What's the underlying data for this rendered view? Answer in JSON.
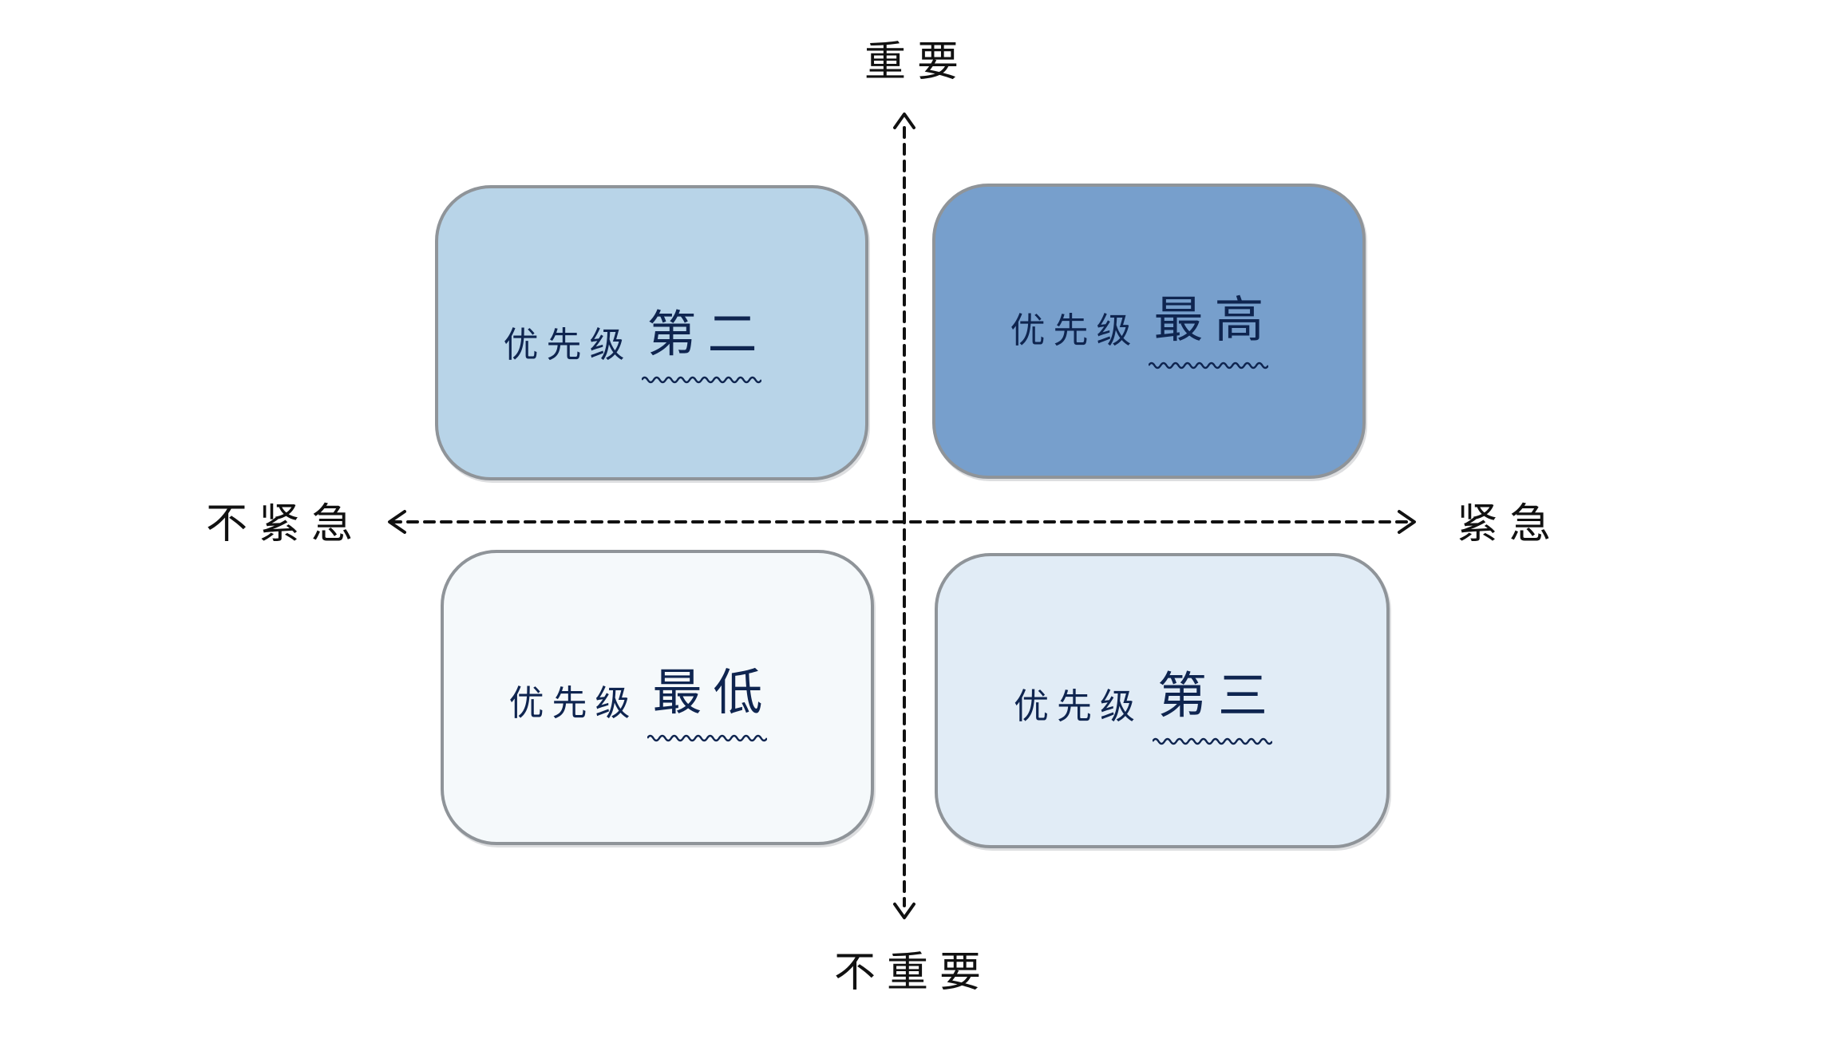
{
  "axes": {
    "top": "重要",
    "bottom": "不重要",
    "left": "不紧急",
    "right": "紧急"
  },
  "quadrants": {
    "top_left": {
      "prefix": "优先级",
      "rank": "第二",
      "fill": "#b8d4e8"
    },
    "top_right": {
      "prefix": "优先级",
      "rank": "最高",
      "fill": "#779fcc"
    },
    "bottom_left": {
      "prefix": "优先级",
      "rank": "最低",
      "fill": "#f5f9fb"
    },
    "bottom_right": {
      "prefix": "优先级",
      "rank": "第三",
      "fill": "#e1ecf6"
    }
  },
  "colors": {
    "text": "#0f2550",
    "axis": "#111111",
    "border": "#8f9499"
  }
}
